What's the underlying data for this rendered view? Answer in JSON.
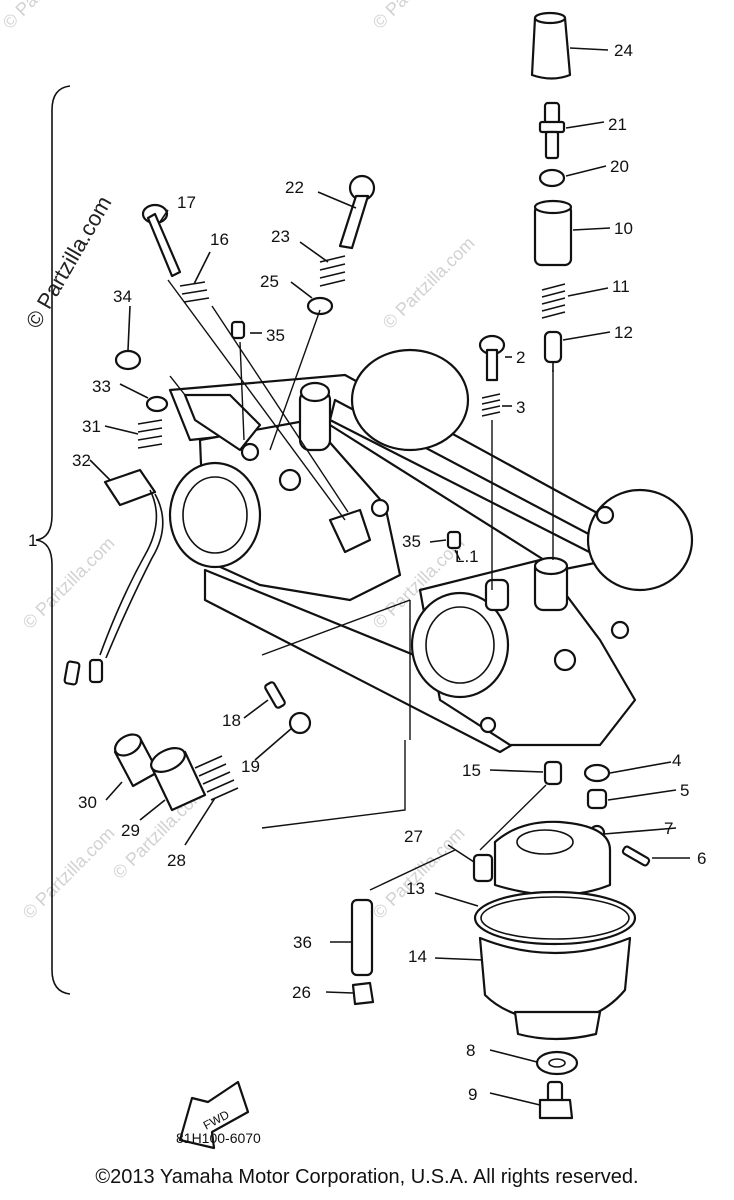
{
  "watermark": {
    "brand": "© Partzilla.com"
  },
  "diagram": {
    "code": "81H100-6070",
    "fwd_label": "FWD",
    "callouts": {
      "c1": "1",
      "c2": "2",
      "c3": "3",
      "c4": "4",
      "c5": "5",
      "c6": "6",
      "c7": "7",
      "c8": "8",
      "c9": "9",
      "c10": "10",
      "c11": "11",
      "c12": "12",
      "c13": "13",
      "c14": "14",
      "c15": "15",
      "c16": "16",
      "c17": "17",
      "c18": "18",
      "c19": "19",
      "c20": "20",
      "c21": "21",
      "c22": "22",
      "c23": "23",
      "c24": "24",
      "c25": "25",
      "c26": "26",
      "c27": "27",
      "c28": "28",
      "c29": "29",
      "c30": "30",
      "c31": "31",
      "c32": "32",
      "c33": "33",
      "c34": "34",
      "c35a": "35",
      "c35b": "35",
      "c36": "36",
      "l1": "L.1"
    }
  },
  "copyright": "©2013 Yamaha Motor Corporation, U.S.A. All rights reserved."
}
